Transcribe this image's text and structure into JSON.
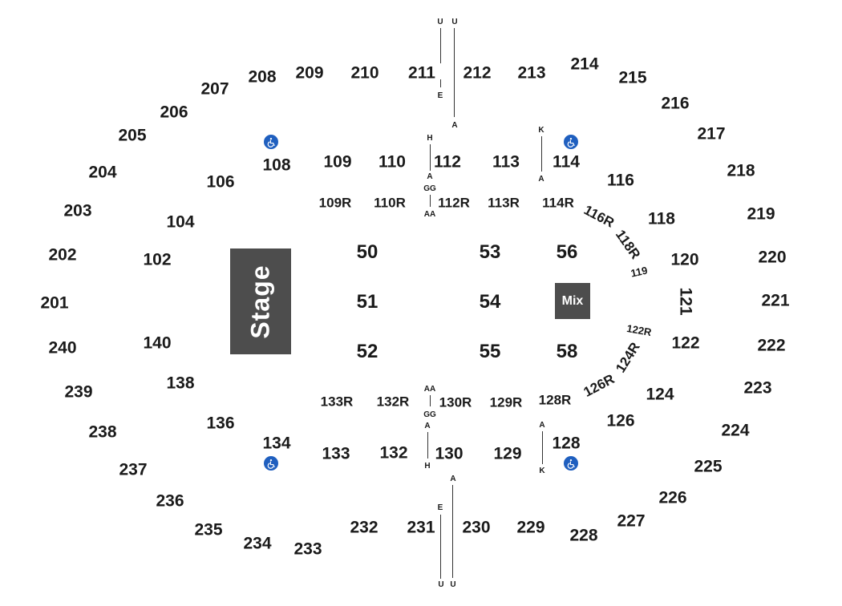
{
  "stage_label": "Stage",
  "mix_label": "Mix",
  "colors": {
    "block": "#4d4d4d",
    "ada": "#1f5fbf",
    "text": "#1a1a1a"
  },
  "icons": {
    "ada": "wheelchair-accessible-icon"
  },
  "sections_200": [
    "201",
    "202",
    "203",
    "204",
    "205",
    "206",
    "207",
    "208",
    "209",
    "210",
    "211",
    "212",
    "213",
    "214",
    "215",
    "216",
    "217",
    "218",
    "219",
    "220",
    "221",
    "222",
    "223",
    "224",
    "225",
    "226",
    "227",
    "228",
    "229",
    "230",
    "231",
    "232",
    "233",
    "234",
    "235",
    "236",
    "237",
    "238",
    "239",
    "240"
  ],
  "sections_100": [
    "102",
    "104",
    "106",
    "108",
    "109",
    "110",
    "112",
    "113",
    "114",
    "116",
    "118",
    "119",
    "120",
    "121",
    "122",
    "124",
    "126",
    "128",
    "129",
    "130",
    "132",
    "133",
    "134",
    "136",
    "138",
    "140"
  ],
  "sections_r": [
    "109R",
    "110R",
    "112R",
    "113R",
    "114R",
    "116R",
    "118R",
    "122R",
    "124R",
    "126R",
    "128R",
    "129R",
    "130R",
    "132R",
    "133R"
  ],
  "sections_floor": [
    "50",
    "51",
    "52",
    "53",
    "54",
    "55",
    "56",
    "58"
  ],
  "row_labels": {
    "top_u1": "U",
    "top_u2": "U",
    "top_e": "E",
    "top_a": "A",
    "top_h": "H",
    "top_a2": "A",
    "top_gg": "GG",
    "top_aa": "AA",
    "top_k": "K",
    "top_a3": "A",
    "bot_aa": "AA",
    "bot_gg": "GG",
    "bot_a": "A",
    "bot_h": "H",
    "bot_a2": "A",
    "bot_k": "K",
    "bot_a3": "A",
    "bot_e": "E",
    "bot_u1": "U",
    "bot_u2": "U"
  }
}
